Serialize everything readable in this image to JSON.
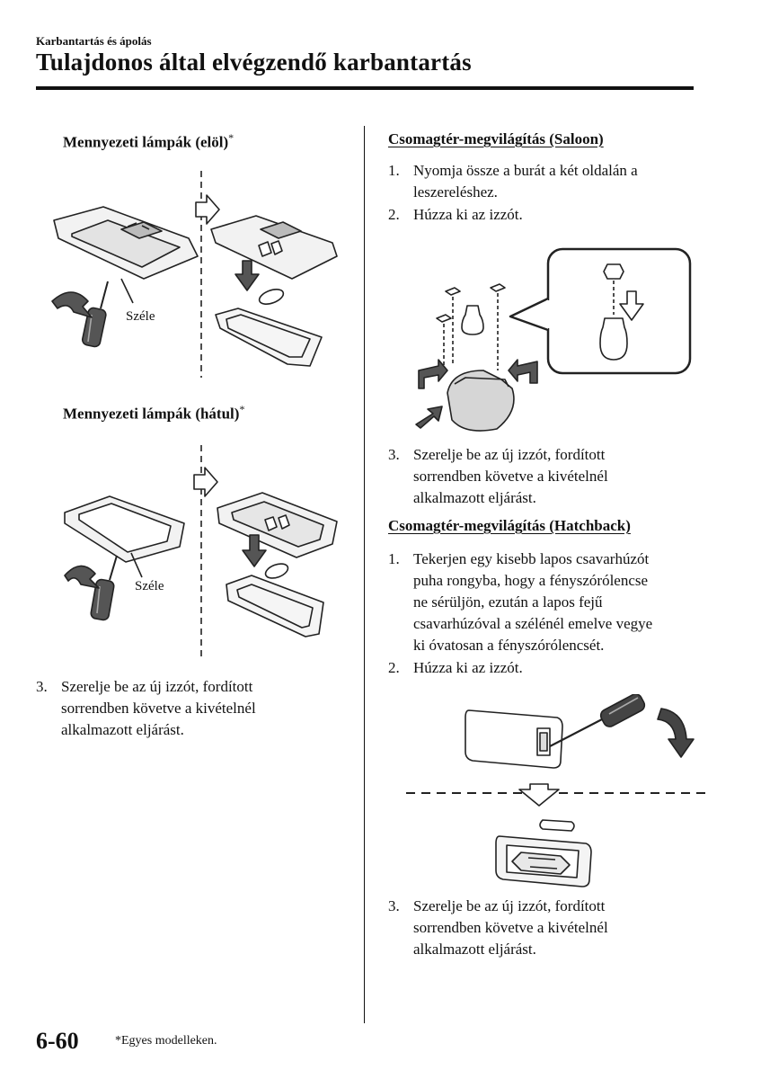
{
  "header": {
    "section": "Karbantartás és ápolás",
    "title": "Tulajdonos által elvégzendő karbantartás"
  },
  "left": {
    "front_heading": "Mennyezeti lámpák (elöl)",
    "front_asterisk": "*",
    "front_edge_label": "Széle",
    "rear_heading": "Mennyezeti lámpák (hátul)",
    "rear_asterisk": "*",
    "rear_edge_label": "Széle",
    "step3_num": "3.",
    "step3_text": "Szerelje be az új izzót, fordított\nsorrendben követve a kivételnél\nalkalmazott eljárást."
  },
  "right": {
    "saloon_heading": "Csomagtér-megvilágítás (Saloon)",
    "saloon_step1_num": "1.",
    "saloon_step1_text": "Nyomja össze a burát a két oldalán a\nleszereléshez.",
    "saloon_step2_num": "2.",
    "saloon_step2_text": "Húzza ki az izzót.",
    "saloon_step3_num": "3.",
    "saloon_step3_text": "Szerelje be az új izzót, fordított\nsorrendben követve a kivételnél\nalkalmazott eljárást.",
    "hatch_heading": "Csomagtér-megvilágítás (Hatchback)",
    "hatch_step1_num": "1.",
    "hatch_step1_text": "Tekerjen egy kisebb lapos csavarhúzót\npuha rongyba, hogy a fényszórólencse\nne sérüljön, ezután a lapos fejű\ncsavarhúzóval a szélénél emelve vegye\nki óvatosan a fényszórólencsét.",
    "hatch_step2_num": "2.",
    "hatch_step2_text": "Húzza ki az izzót.",
    "hatch_step3_num": "3.",
    "hatch_step3_text": "Szerelje be az új izzót, fordított\nsorrendben követve a kivételnél\nalkalmazott eljárást."
  },
  "footer": {
    "page_number": "6-60",
    "footnote": "*Egyes modelleken."
  }
}
